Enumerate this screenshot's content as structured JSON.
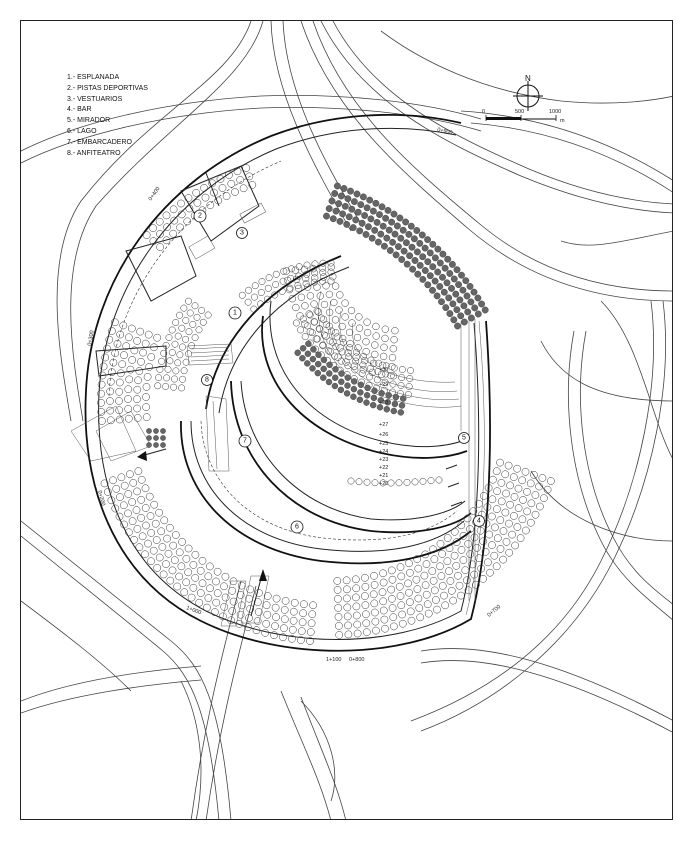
{
  "legend": {
    "items": [
      "1.- ESPLANADA",
      "2.- PISTAS DEPORTIVAS",
      "3.- VESTUARIOS",
      "4.- BAR",
      "5.- MIRADOR",
      "6.- LAGO",
      "7.- EMBARCADERO",
      "8.- ANFITEATRO"
    ]
  },
  "north": {
    "label": "N"
  },
  "scale": {
    "labels": [
      "0",
      "500",
      "1000"
    ],
    "unit": "m"
  },
  "markers": [
    "1",
    "2",
    "3",
    "4",
    "5",
    "6",
    "7",
    "8"
  ],
  "chainage": [
    "0+900",
    "0+400",
    "0+300",
    "0+200",
    "1+000",
    "1+100",
    "0+800",
    "0+700"
  ],
  "levels": [
    "+30",
    "+29",
    "+28",
    "+27",
    "+26",
    "+25",
    "+24",
    "+23",
    "+22",
    "+21",
    "+20"
  ],
  "colors": {
    "ink": "#222222",
    "paper": "#ffffff"
  }
}
